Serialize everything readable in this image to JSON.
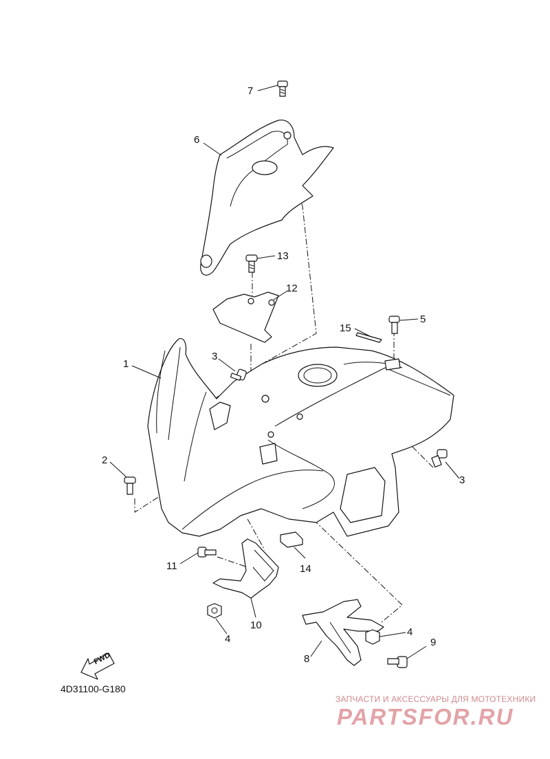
{
  "diagram_code": "4D31100-G180",
  "direction_badge": "FWD",
  "watermark": {
    "tagline": "ЗАПЧАСТИ И АКСЕССУАРЫ ДЛЯ МОТОТЕХНИКИ",
    "logo": "PARTSFOR.RU"
  },
  "callouts": [
    {
      "id": "1",
      "label": "1"
    },
    {
      "id": "2",
      "label": "2"
    },
    {
      "id": "3a",
      "label": "3"
    },
    {
      "id": "3b",
      "label": "3"
    },
    {
      "id": "4a",
      "label": "4"
    },
    {
      "id": "4b",
      "label": "4"
    },
    {
      "id": "5",
      "label": "5"
    },
    {
      "id": "6",
      "label": "6"
    },
    {
      "id": "7",
      "label": "7"
    },
    {
      "id": "8",
      "label": "8"
    },
    {
      "id": "9",
      "label": "9"
    },
    {
      "id": "10",
      "label": "10"
    },
    {
      "id": "11",
      "label": "11"
    },
    {
      "id": "12",
      "label": "12"
    },
    {
      "id": "13",
      "label": "13"
    },
    {
      "id": "14",
      "label": "14"
    },
    {
      "id": "15",
      "label": "15"
    }
  ]
}
